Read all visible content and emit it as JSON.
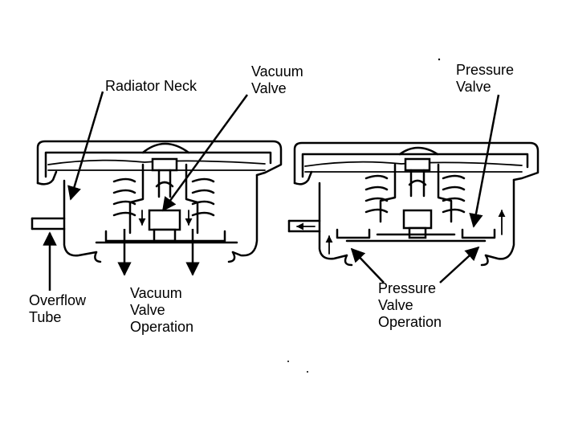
{
  "labels": {
    "radiator_neck": "Radiator Neck",
    "vacuum_valve": [
      "Vacuum",
      "Valve"
    ],
    "pressure_valve": [
      "Pressure",
      "Valve"
    ],
    "overflow_tube": [
      "Overflow",
      "Tube"
    ],
    "vacuum_valve_operation": [
      "Vacuum",
      "Valve",
      "Operation"
    ],
    "pressure_valve_operation": [
      "Pressure",
      "Valve",
      "Operation"
    ]
  },
  "colors": {
    "ink": "#000000",
    "paper": "#ffffff"
  }
}
